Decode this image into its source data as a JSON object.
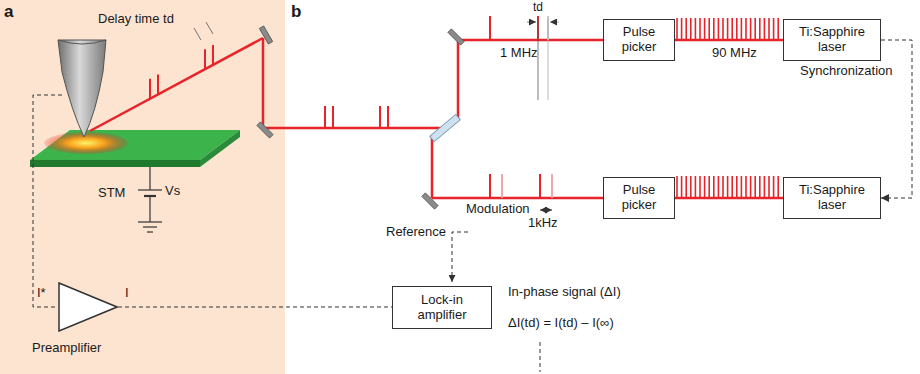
{
  "diagram": {
    "nodes": [
      {
        "text": [
          "Pulse picker"
        ]
      },
      {
        "text": [
          "Ti:Sapphire laser"
        ]
      },
      {
        "text": [
          "Pulse picker"
        ]
      },
      {
        "text": [
          "Ti:Sapphire laser"
        ]
      },
      {
        "text": [
          "Lock-in amplifier"
        ]
      },
      {
        "text": [
          "Preamplifier"
        ]
      }
    ],
    "edges": [
      {
        "from": 1,
        "to": 0,
        "arrow": "none",
        "label": "90 MHz"
      },
      {
        "from": 3,
        "to": 2,
        "arrow": "none"
      },
      {
        "from": 1,
        "to": 3,
        "arrow": "to",
        "label": "Synchronization"
      },
      {
        "from": 5,
        "to": 4,
        "arrow": "none"
      }
    ],
    "labels": [
      "a",
      "b",
      "Delay time td",
      "STM",
      "Vs",
      "I*",
      "I",
      "td",
      "1 MHz",
      "Modulation",
      "1kHz",
      "Reference",
      "In-phase signal (ΔI)",
      "ΔI(td) = I(td) – I(∞)"
    ]
  }
}
